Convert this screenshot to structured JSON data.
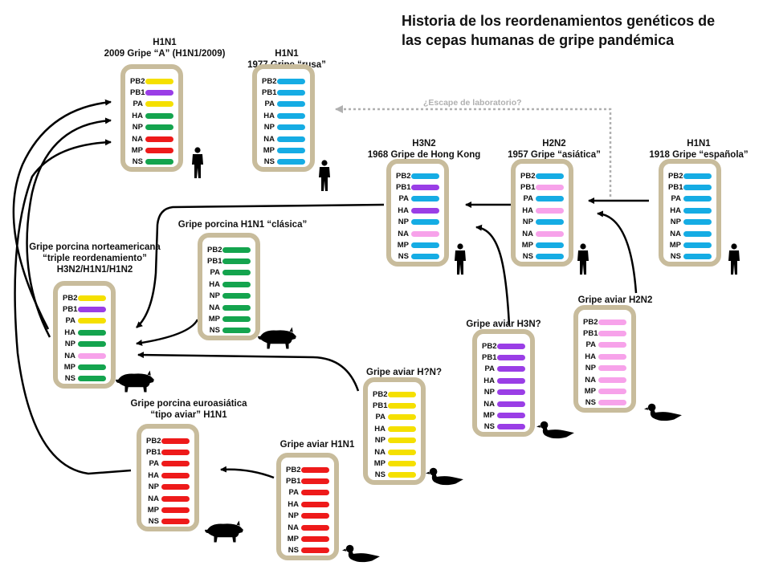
{
  "title": {
    "line1": "Historia de los reordenamientos genéticos de",
    "line2": "las cepas humanas de gripe pandémica"
  },
  "escape_label": "¿Escape de laboratorio?",
  "colors": {
    "yellow": "#f5e000",
    "purple": "#9a3ee6",
    "green": "#14a44e",
    "red": "#ee1a1a",
    "blue": "#15ace4",
    "pink": "#f7a2ea",
    "frame": "#c8bc9c",
    "dotted": "#b0b0b0"
  },
  "strains": [
    {
      "id": "a2009",
      "label": [
        "H1N1",
        "2009 Gripe “A”  (H1N1/2009)"
      ],
      "icon": "human-icon",
      "segments": [
        {
          "name": "PB2",
          "color": "yellow"
        },
        {
          "name": "PB1",
          "color": "purple"
        },
        {
          "name": "PA",
          "color": "yellow"
        },
        {
          "name": "HA",
          "color": "green"
        },
        {
          "name": "NP",
          "color": "green"
        },
        {
          "name": "NA",
          "color": "red"
        },
        {
          "name": "MP",
          "color": "red"
        },
        {
          "name": "NS",
          "color": "green"
        }
      ]
    },
    {
      "id": "rusa1977",
      "label": [
        "H1N1",
        "1977 Gripe “rusa”"
      ],
      "icon": "human-icon",
      "segments": [
        {
          "name": "PB2",
          "color": "blue"
        },
        {
          "name": "PB1",
          "color": "blue"
        },
        {
          "name": "PA",
          "color": "blue"
        },
        {
          "name": "HA",
          "color": "blue"
        },
        {
          "name": "NP",
          "color": "blue"
        },
        {
          "name": "NA",
          "color": "blue"
        },
        {
          "name": "MP",
          "color": "blue"
        },
        {
          "name": "NS",
          "color": "blue"
        }
      ]
    },
    {
      "id": "hk1968",
      "label": [
        "H3N2",
        "1968 Gripe de Hong Kong"
      ],
      "icon": "human-icon",
      "segments": [
        {
          "name": "PB2",
          "color": "blue"
        },
        {
          "name": "PB1",
          "color": "purple"
        },
        {
          "name": "PA",
          "color": "blue"
        },
        {
          "name": "HA",
          "color": "purple"
        },
        {
          "name": "NP",
          "color": "blue"
        },
        {
          "name": "NA",
          "color": "pink"
        },
        {
          "name": "MP",
          "color": "blue"
        },
        {
          "name": "NS",
          "color": "blue"
        }
      ]
    },
    {
      "id": "asia1957",
      "label": [
        "H2N2",
        "1957 Gripe “asiática”"
      ],
      "icon": "human-icon",
      "segments": [
        {
          "name": "PB2",
          "color": "blue"
        },
        {
          "name": "PB1",
          "color": "pink"
        },
        {
          "name": "PA",
          "color": "blue"
        },
        {
          "name": "HA",
          "color": "pink"
        },
        {
          "name": "NP",
          "color": "blue"
        },
        {
          "name": "NA",
          "color": "pink"
        },
        {
          "name": "MP",
          "color": "blue"
        },
        {
          "name": "NS",
          "color": "blue"
        }
      ]
    },
    {
      "id": "esp1918",
      "label": [
        "H1N1",
        "1918 Gripe “española”"
      ],
      "icon": "human-icon",
      "segments": [
        {
          "name": "PB2",
          "color": "blue"
        },
        {
          "name": "PB1",
          "color": "blue"
        },
        {
          "name": "PA",
          "color": "blue"
        },
        {
          "name": "HA",
          "color": "blue"
        },
        {
          "name": "NP",
          "color": "blue"
        },
        {
          "name": "NA",
          "color": "blue"
        },
        {
          "name": "MP",
          "color": "blue"
        },
        {
          "name": "NS",
          "color": "blue"
        }
      ]
    },
    {
      "id": "clasica",
      "label": [
        "Gripe porcina H1N1 “clásica”"
      ],
      "icon": "pig-icon",
      "segments": [
        {
          "name": "PB2",
          "color": "green"
        },
        {
          "name": "PB1",
          "color": "green"
        },
        {
          "name": "PA",
          "color": "green"
        },
        {
          "name": "HA",
          "color": "green"
        },
        {
          "name": "NP",
          "color": "green"
        },
        {
          "name": "NA",
          "color": "green"
        },
        {
          "name": "MP",
          "color": "green"
        },
        {
          "name": "NS",
          "color": "green"
        }
      ]
    },
    {
      "id": "triple",
      "label": [
        "Gripe porcina norteamericana",
        "“triple reordenamiento”",
        "H3N2/H1N1/H1N2"
      ],
      "icon": "pig-icon",
      "segments": [
        {
          "name": "PB2",
          "color": "yellow"
        },
        {
          "name": "PB1",
          "color": "purple"
        },
        {
          "name": "PA",
          "color": "yellow"
        },
        {
          "name": "HA",
          "color": "green"
        },
        {
          "name": "NP",
          "color": "green"
        },
        {
          "name": "NA",
          "color": "pink"
        },
        {
          "name": "MP",
          "color": "green"
        },
        {
          "name": "NS",
          "color": "green"
        }
      ]
    },
    {
      "id": "euroasiatica",
      "label": [
        "Gripe porcina euroasiática",
        "“tipo aviar”  H1N1"
      ],
      "icon": "pig-icon",
      "segments": [
        {
          "name": "PB2",
          "color": "red"
        },
        {
          "name": "PB1",
          "color": "red"
        },
        {
          "name": "PA",
          "color": "red"
        },
        {
          "name": "HA",
          "color": "red"
        },
        {
          "name": "NP",
          "color": "red"
        },
        {
          "name": "NA",
          "color": "red"
        },
        {
          "name": "MP",
          "color": "red"
        },
        {
          "name": "NS",
          "color": "red"
        }
      ]
    },
    {
      "id": "aviar_h1n1",
      "label": [
        "Gripe aviar H1N1"
      ],
      "icon": "duck-icon",
      "segments": [
        {
          "name": "PB2",
          "color": "red"
        },
        {
          "name": "PB1",
          "color": "red"
        },
        {
          "name": "PA",
          "color": "red"
        },
        {
          "name": "HA",
          "color": "red"
        },
        {
          "name": "NP",
          "color": "red"
        },
        {
          "name": "NA",
          "color": "red"
        },
        {
          "name": "MP",
          "color": "red"
        },
        {
          "name": "NS",
          "color": "red"
        }
      ]
    },
    {
      "id": "aviar_hxn",
      "label": [
        "Gripe aviar H?N?"
      ],
      "icon": "duck-icon",
      "segments": [
        {
          "name": "PB2",
          "color": "yellow"
        },
        {
          "name": "PB1",
          "color": "yellow"
        },
        {
          "name": "PA",
          "color": "yellow"
        },
        {
          "name": "HA",
          "color": "yellow"
        },
        {
          "name": "NP",
          "color": "yellow"
        },
        {
          "name": "NA",
          "color": "yellow"
        },
        {
          "name": "MP",
          "color": "yellow"
        },
        {
          "name": "NS",
          "color": "yellow"
        }
      ]
    },
    {
      "id": "aviar_h3n",
      "label": [
        "Gripe aviar H3N?"
      ],
      "icon": "duck-icon",
      "segments": [
        {
          "name": "PB2",
          "color": "purple"
        },
        {
          "name": "PB1",
          "color": "purple"
        },
        {
          "name": "PA",
          "color": "purple"
        },
        {
          "name": "HA",
          "color": "purple"
        },
        {
          "name": "NP",
          "color": "purple"
        },
        {
          "name": "NA",
          "color": "purple"
        },
        {
          "name": "MP",
          "color": "purple"
        },
        {
          "name": "NS",
          "color": "purple"
        }
      ]
    },
    {
      "id": "aviar_h2n2",
      "label": [
        "Gripe aviar H2N2"
      ],
      "icon": "duck-icon",
      "segments": [
        {
          "name": "PB2",
          "color": "pink"
        },
        {
          "name": "PB1",
          "color": "pink"
        },
        {
          "name": "PA",
          "color": "pink"
        },
        {
          "name": "HA",
          "color": "pink"
        },
        {
          "name": "NP",
          "color": "pink"
        },
        {
          "name": "NA",
          "color": "pink"
        },
        {
          "name": "MP",
          "color": "pink"
        },
        {
          "name": "NS",
          "color": "pink"
        }
      ]
    }
  ]
}
